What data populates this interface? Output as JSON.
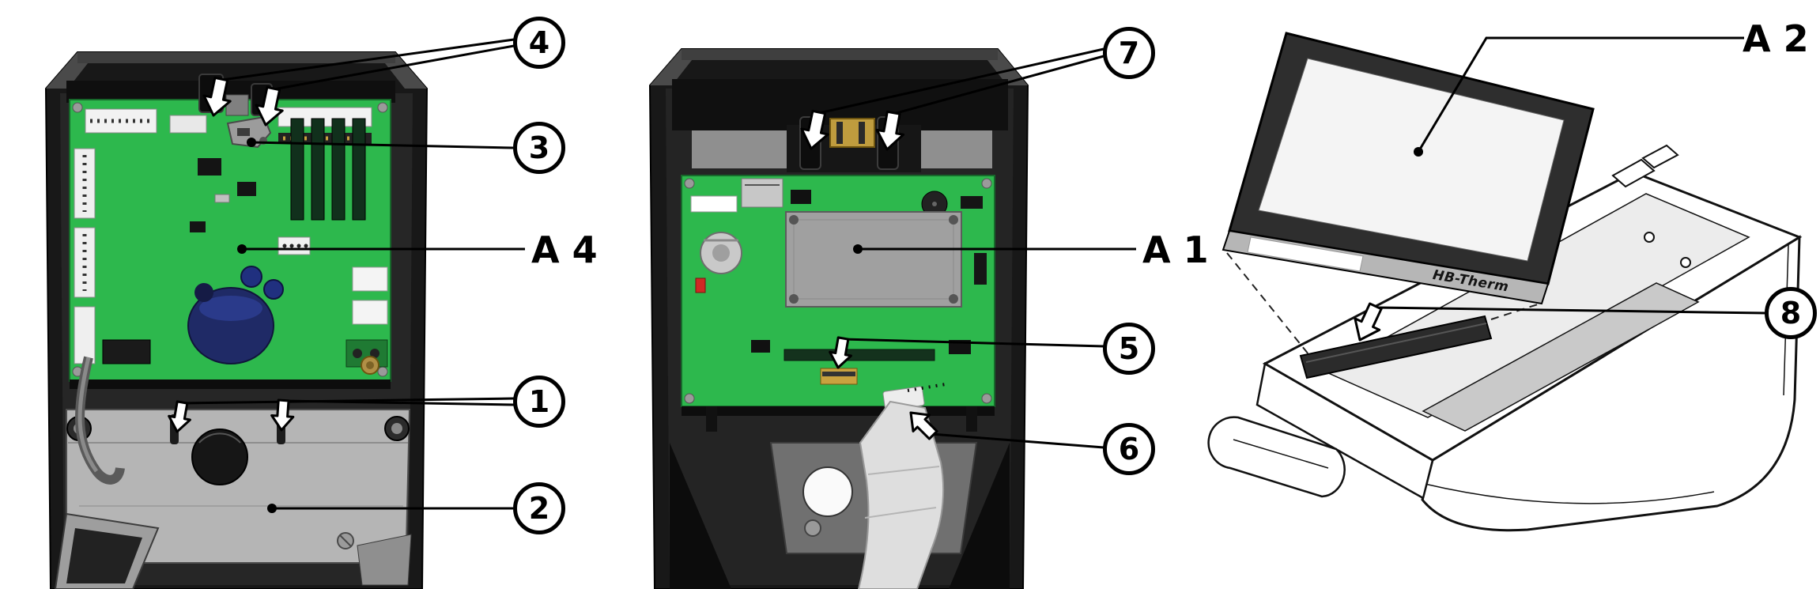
{
  "figure": {
    "views": [
      {
        "name": "control-unit-rear-open",
        "callouts": [
          "4",
          "3",
          "A 4",
          "1",
          "2"
        ]
      },
      {
        "name": "control-unit-rear-board",
        "callouts": [
          "7",
          "A 1",
          "5",
          "6"
        ]
      },
      {
        "name": "display-removal",
        "callouts": [
          "A 2",
          "8"
        ]
      }
    ]
  },
  "callouts": {
    "c1": "1",
    "c2": "2",
    "c3": "3",
    "c4": "4",
    "c5": "5",
    "c6": "6",
    "c7": "7",
    "c8": "8",
    "a1": "A 1",
    "a2": "A 2",
    "a4": "A 4"
  },
  "display": {
    "brand_label": "HB-Therm"
  },
  "colors": {
    "background": "#ffffff",
    "pcb_green": "#2db84d",
    "housing_dark": "#1c1c1c",
    "metal_plate_gray": "#b5b5b5",
    "module_gray": "#a0a0a0",
    "callout_stroke": "#000000"
  }
}
